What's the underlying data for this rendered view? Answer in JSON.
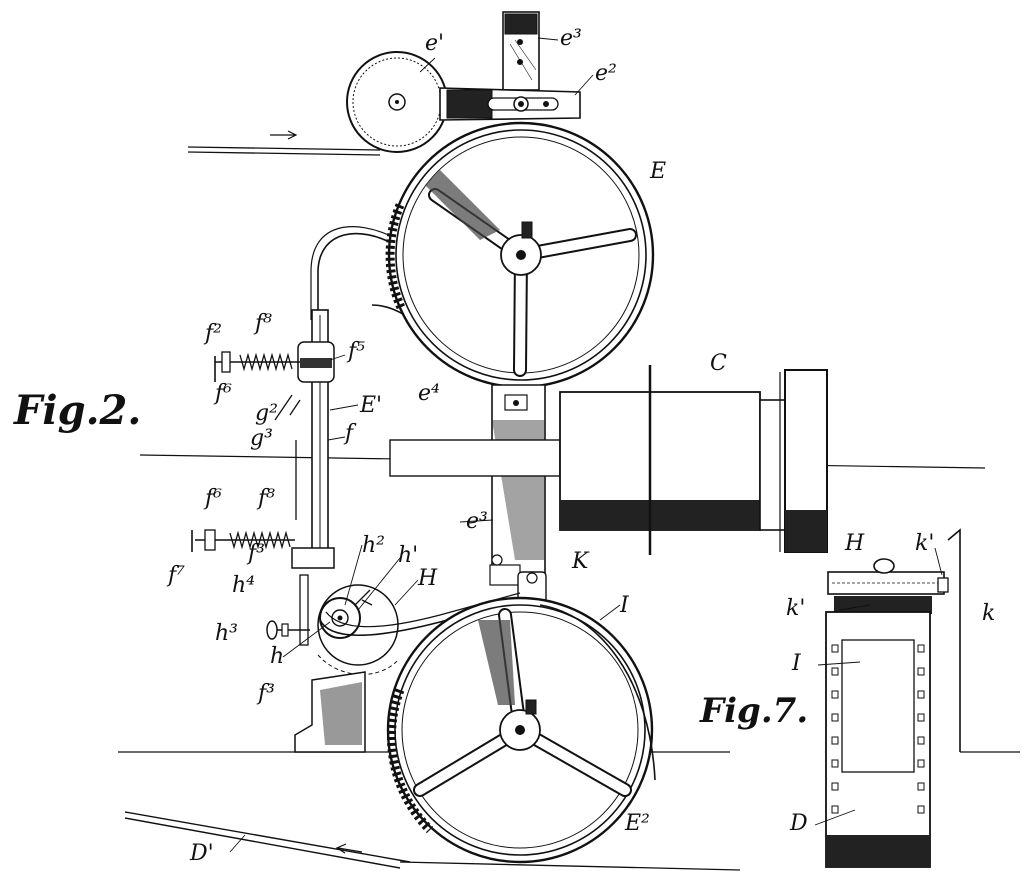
{
  "figures": {
    "fig2": "Fig.2.",
    "fig7": "Fig.7."
  },
  "labels": {
    "e1": "e'",
    "e3_top": "e³",
    "e2": "e²",
    "E": "E",
    "C": "C",
    "e4": "e⁴",
    "E1": "E'",
    "f": "f",
    "f2": "f²",
    "f8_top": "f⁸",
    "f5": "f⁵",
    "f6_top": "f⁶",
    "g2": "g²",
    "g3": "g³",
    "f6_bot": "f⁶",
    "f8_bot": "f⁸",
    "f7": "f⁷",
    "f3_mid": "f³",
    "e3_mid": "e³",
    "K": "K",
    "h2": "h²",
    "h1": "h'",
    "H_main": "H",
    "h4": "h⁴",
    "I_main": "I",
    "h3": "h³",
    "h": "h",
    "f3_low": "f³",
    "E2": "E²",
    "D_main": "D'",
    "H_fig7": "H",
    "k1_top": "k'",
    "k1_side": "k'",
    "k": "k",
    "I_fig7": "I",
    "D_fig7": "D"
  }
}
